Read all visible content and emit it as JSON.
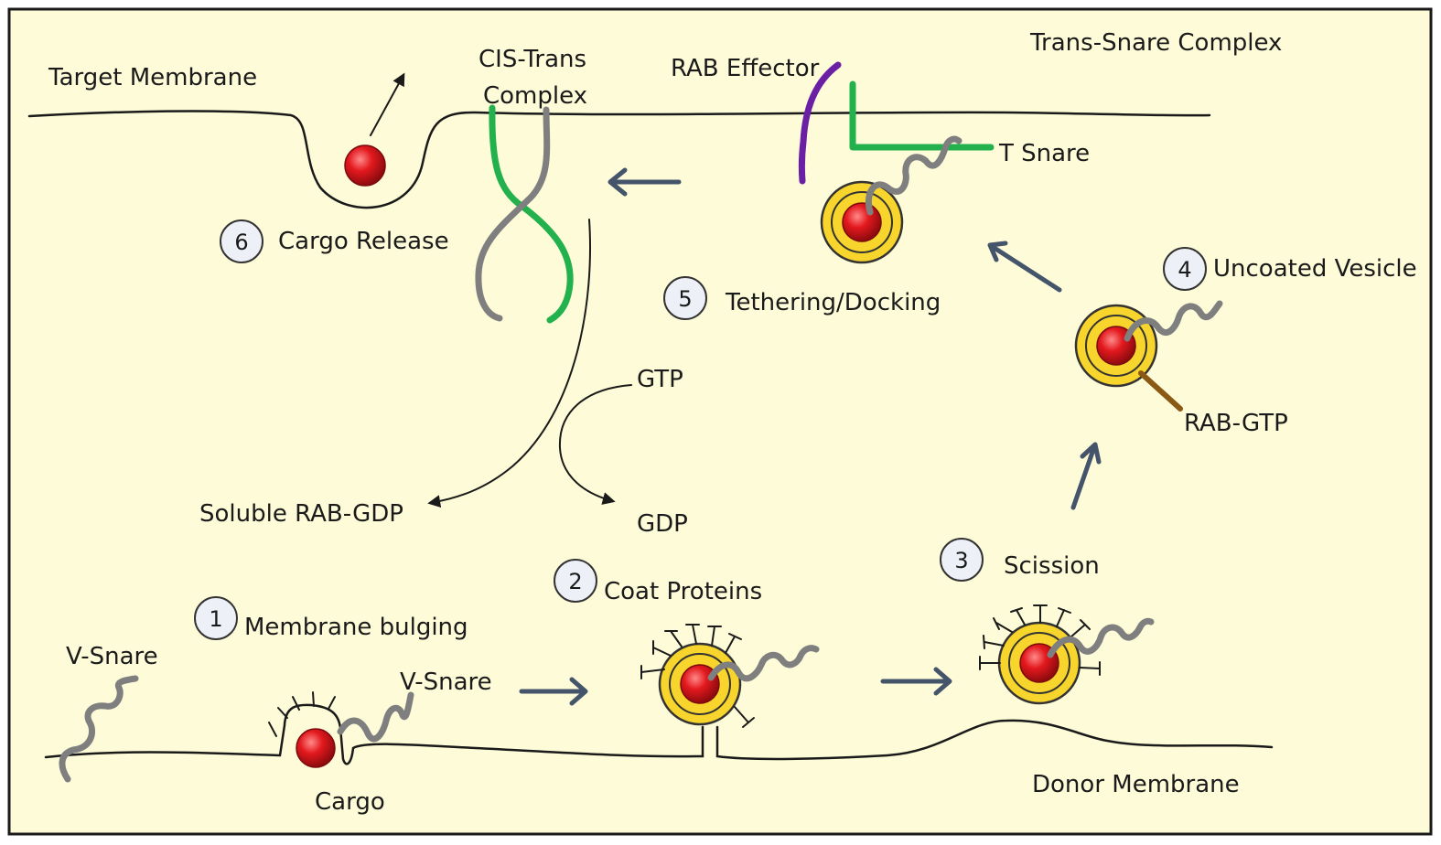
{
  "colors": {
    "background": "#fefbd8",
    "border": "#1a1a1a",
    "vesicle_outer": "#f7d52c",
    "cargo_red": "#d8161b",
    "snare_gray": "#7f7f7f",
    "t_snare_green": "#22b14c",
    "rab_effector_purple": "#6a1fa5",
    "rab_gtp_brown": "#8a5a14",
    "arrow_slate": "#44546a"
  },
  "labels": {
    "target_membrane": "Target Membrane",
    "cis_trans_line1": "CIS-Trans",
    "cis_trans_line2": "Complex",
    "rab_effector": "RAB Effector",
    "trans_snare_complex": "Trans-Snare Complex",
    "t_snare": "T Snare",
    "cargo_release": "Cargo Release",
    "tethering_docking": "Tethering/Docking",
    "uncoated_vesicle": "Uncoated Vesicle",
    "rab_gtp": "RAB-GTP",
    "gtp": "GTP",
    "gdp": "GDP",
    "soluble_rab_gdp": "Soluble RAB-GDP",
    "scission": "Scission",
    "coat_proteins": "Coat Proteins",
    "membrane_bulging": "Membrane bulging",
    "v_snare_left": "V-Snare",
    "v_snare_mid": "V-Snare",
    "cargo": "Cargo",
    "donor_membrane": "Donor Membrane"
  },
  "steps": [
    "1",
    "2",
    "3",
    "4",
    "5",
    "6"
  ]
}
